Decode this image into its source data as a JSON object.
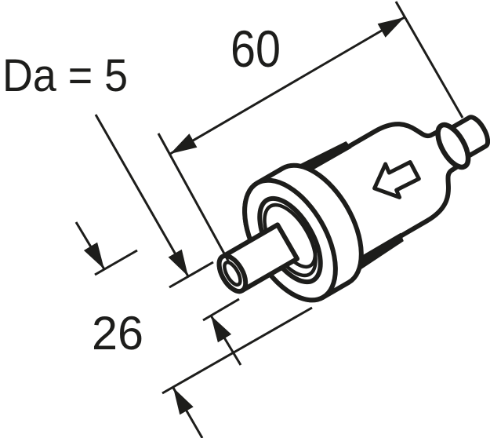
{
  "drawing": {
    "subject": "inline fuel filter",
    "style": "black-and-white technical line illustration"
  },
  "labels": {
    "overall_length": "60",
    "outlet_diameter": "Da = 5",
    "body_diameter": "26"
  },
  "colors": {
    "line": "#1d1d1b",
    "background": "#ffffff",
    "fill": "#ffffff"
  },
  "icons": {
    "flow_direction_arrow": "hollow arrow on filter body pointing toward outlet pipe"
  }
}
